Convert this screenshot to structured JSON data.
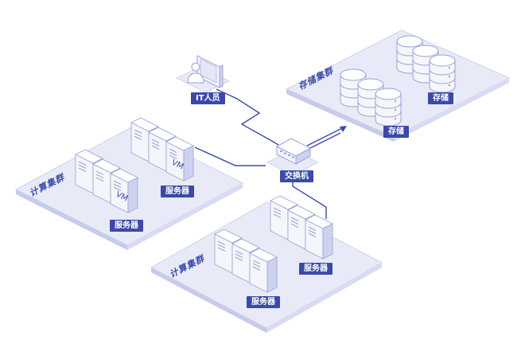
{
  "diagram": {
    "nodes": {
      "it_staff": {
        "label": "IT人员"
      },
      "switch": {
        "label": "交换机"
      },
      "storage_cluster": {
        "title": "存储集群",
        "groups": [
          {
            "label": "存储"
          },
          {
            "label": "存储"
          }
        ]
      },
      "compute_cluster_1": {
        "title": "计算集群",
        "groups": [
          {
            "label": "服务器",
            "servers": [
              "",
              "",
              "VM"
            ]
          },
          {
            "label": "服务器",
            "servers": [
              "",
              "",
              "VM"
            ]
          }
        ]
      },
      "compute_cluster_2": {
        "title": "计算集群",
        "groups": [
          {
            "label": "服务器",
            "servers": [
              "",
              "",
              ""
            ]
          },
          {
            "label": "服务器",
            "servers": [
              "",
              "",
              ""
            ]
          }
        ]
      }
    },
    "colors": {
      "platform_top": "#e8eaf7",
      "platform_edge": "#c6cbea",
      "label_bg": "#3b4aa8",
      "line": "#3b4aa8",
      "device_face": "#f5f6fb",
      "device_side": "#cdd2ee",
      "device_dark": "#9aa2d6"
    }
  }
}
